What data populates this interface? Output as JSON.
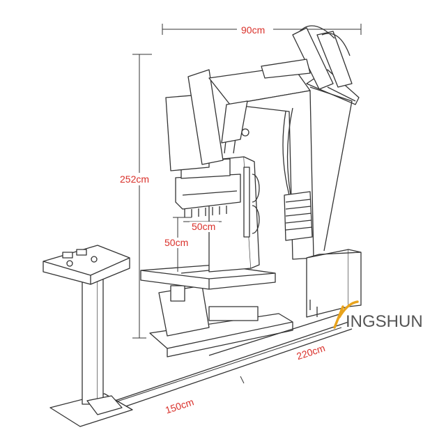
{
  "dimensions": {
    "width_top": "90cm",
    "height": "252cm",
    "head_depth": "50cm",
    "head_clearance": "50cm",
    "length_base": "220cm",
    "pedestal_distance": "150cm"
  },
  "logo": {
    "text": "KINGSHUN",
    "visible_text": "INGSHUN",
    "accent_color": "#e8a31c",
    "text_color": "#555555"
  },
  "colors": {
    "dimension_label": "#d9302a",
    "line": "#333333"
  }
}
